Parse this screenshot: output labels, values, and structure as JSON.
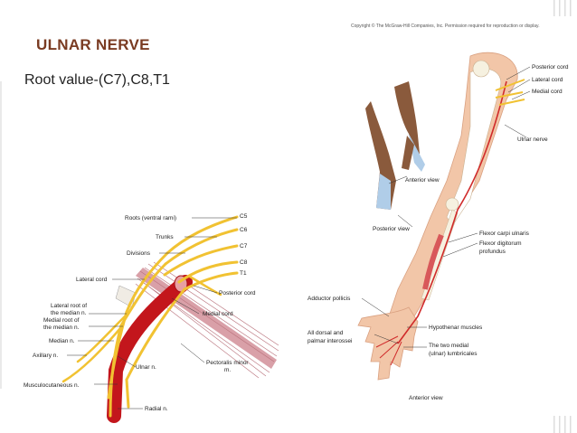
{
  "slide": {
    "title": "ULNAR NERVE",
    "subtitle": "Root value-(C7),C8,T1"
  },
  "plexus_labels": {
    "roots": "Roots (ventral rami)",
    "trunks": "Trunks",
    "divisions": "Divisions",
    "lateral_cord": "Lateral cord",
    "lateral_root_1": "Lateral root of",
    "lateral_root_2": "the median n.",
    "medial_root_1": "Medial root of",
    "medial_root_2": "the median n.",
    "median": "Median n.",
    "axillary": "Axillary n.",
    "musculocutaneous": "Musculocutaneous n.",
    "ulnar": "Ulnar n.",
    "radial": "Radial n.",
    "medial_cord": "Medial cord",
    "posterior_cord": "Posterior cord",
    "pectoralis_1": "Pectoralis minor",
    "pectoralis_2": "m.",
    "c5": "C5",
    "c6": "C6",
    "c7": "C7",
    "c8": "C8",
    "t1": "T1"
  },
  "arm_labels": {
    "copyright": "Copyright © The McGraw-Hill Companies, Inc. Permission required for reproduction or display.",
    "posterior_cord": "Posterior cord",
    "lateral_cord": "Lateral cord",
    "medial_cord": "Medial cord",
    "ulnar_nerve": "Ulnar nerve",
    "anterior_view_small": "Anterior view",
    "posterior_view": "Posterior view",
    "fcu": "Flexor carpi ulnaris",
    "fdp_1": "Flexor digitorum",
    "fdp_2": "profundus",
    "adductor": "Adductor pollicis",
    "hypothenar": "Hypothenar muscles",
    "interossei_1": "All dorsal and",
    "interossei_2": "palmar interossei",
    "lumbricals_1": "The two medial",
    "lumbricals_2": "(ulnar) lumbricales",
    "anterior_view": "Anterior view"
  }
}
